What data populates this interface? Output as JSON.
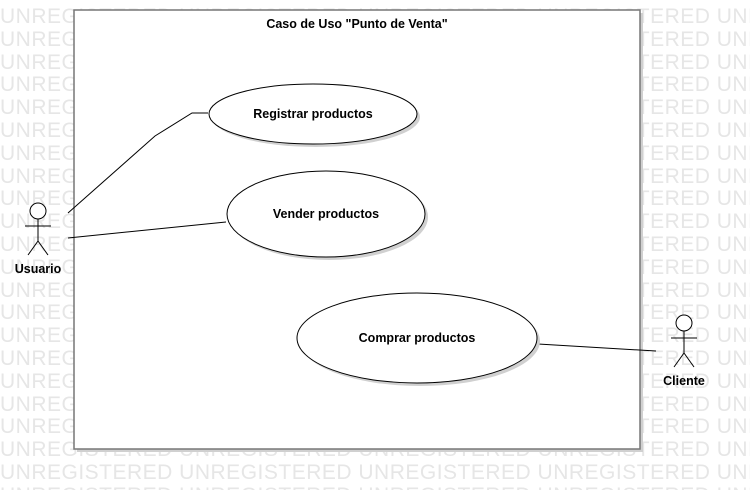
{
  "watermark": {
    "text": "UNREGISTERED",
    "color": "#e6e6e6"
  },
  "system": {
    "title": "Caso de Uso \"Punto de Venta\""
  },
  "actors": [
    {
      "id": "usuario",
      "name": "Usuario"
    },
    {
      "id": "cliente",
      "name": "Cliente"
    }
  ],
  "use_cases": [
    {
      "id": "registrar",
      "name": "Registrar productos"
    },
    {
      "id": "vender",
      "name": "Vender productos"
    },
    {
      "id": "comprar",
      "name": "Comprar productos"
    }
  ],
  "associations": [
    {
      "actor": "usuario",
      "use_case": "registrar"
    },
    {
      "actor": "usuario",
      "use_case": "vender"
    },
    {
      "actor": "cliente",
      "use_case": "comprar"
    }
  ],
  "colors": {
    "stroke": "#000000",
    "system_border": "#777777",
    "shadow": "#d0d0d0",
    "background": "#ffffff"
  }
}
